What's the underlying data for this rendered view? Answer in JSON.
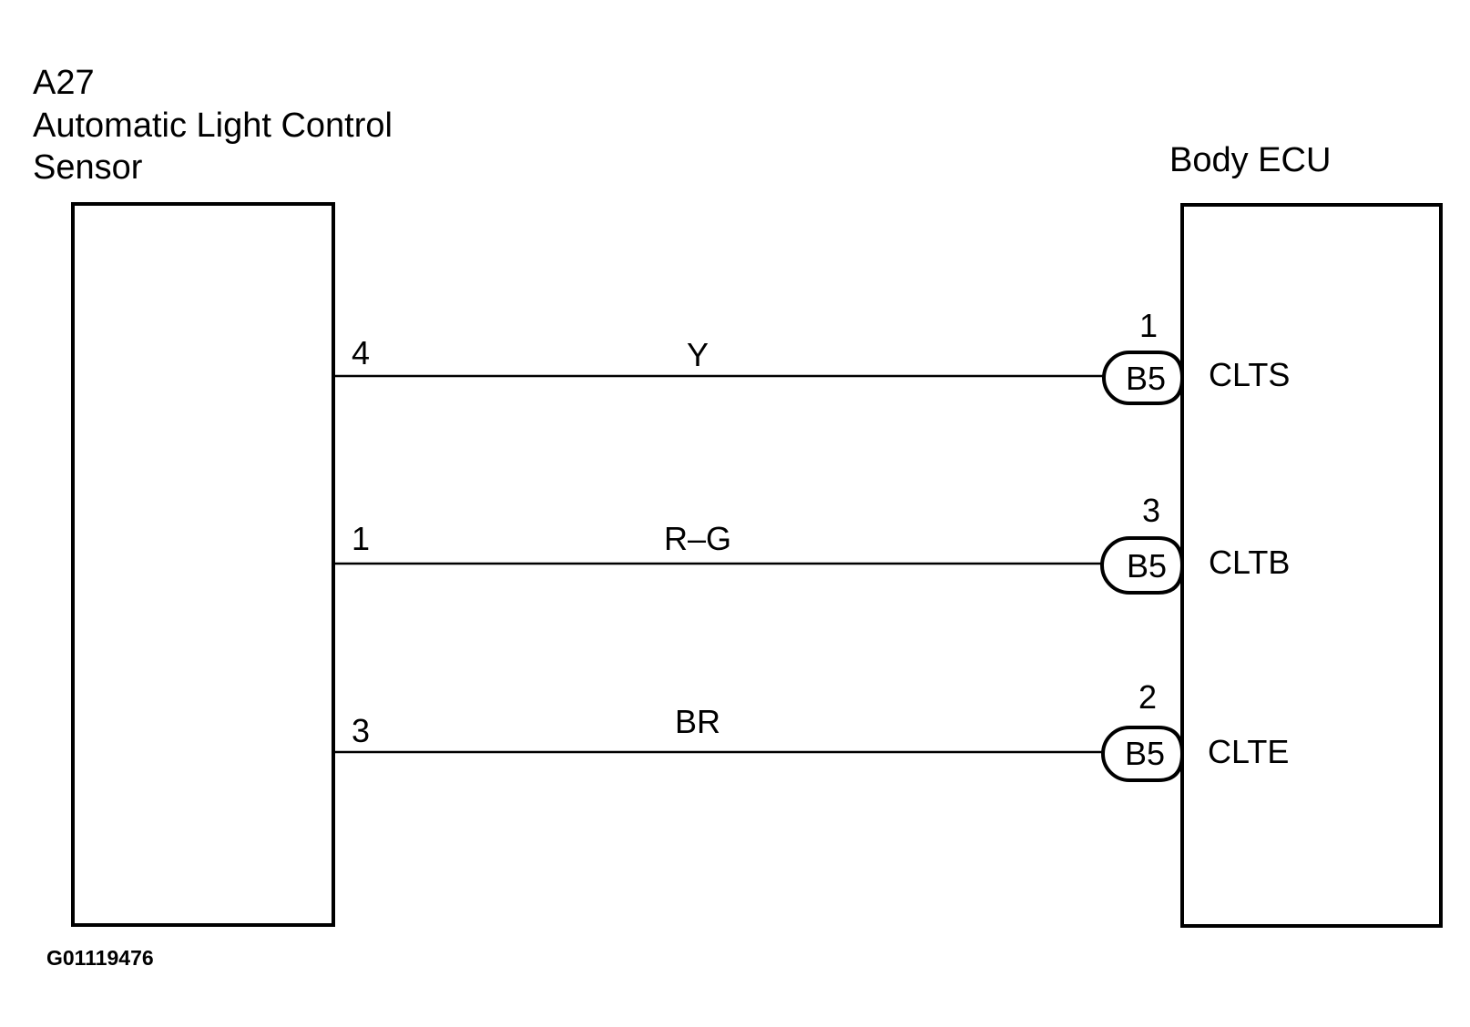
{
  "sensor": {
    "code": "A27",
    "name_line1": "Automatic Light Control",
    "name_line2": "Sensor"
  },
  "ecu": {
    "name": "Body ECU"
  },
  "wires": [
    {
      "sensor_pin": "4",
      "color": "Y",
      "ecu_pin": "1",
      "connector": "B5",
      "terminal": "CLTS"
    },
    {
      "sensor_pin": "1",
      "color": "R–G",
      "ecu_pin": "3",
      "connector": "B5",
      "terminal": "CLTB"
    },
    {
      "sensor_pin": "3",
      "color": "BR",
      "ecu_pin": "2",
      "connector": "B5",
      "terminal": "CLTE"
    }
  ],
  "figure_id": "G01119476"
}
